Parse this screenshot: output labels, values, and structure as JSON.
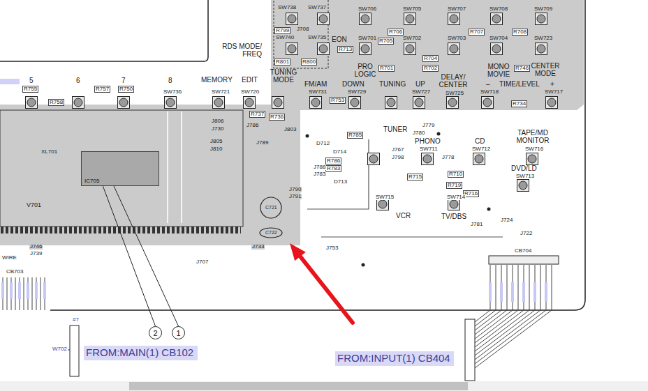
{
  "diagram": {
    "nodes": [
      {
        "text": [
          "IC705"
        ]
      },
      {
        "text": [
          "2"
        ]
      },
      {
        "text": [
          "1"
        ]
      },
      {
        "text": [
          "FROM:MAIN(1) CB102"
        ]
      },
      {
        "text": [
          "FROM:INPUT(1) CB404"
        ]
      }
    ],
    "edges": [
      {
        "from": 1,
        "to": 0,
        "arrow": "none"
      },
      {
        "from": 2,
        "to": 0,
        "arrow": "none"
      }
    ],
    "labels": [
      "RDS MODE/ FREQ",
      "EON",
      "PRO LOGIC",
      "MONO MOVIE",
      "CENTER MODE",
      "5",
      "6",
      "7",
      "8",
      "MEMORY",
      "EDIT",
      "TUNING MODE",
      "FM/AM",
      "DOWN",
      "TUNING",
      "UP",
      "DELAY/ CENTER",
      "–",
      "TIME/LEVEL",
      "+",
      "TUNER",
      "PHONO",
      "CD",
      "TAPE/MD MONITOR",
      "DVD/LD",
      "VCR",
      "TV/DBS",
      "SW738",
      "SW737",
      "SW706",
      "SW705",
      "SW707",
      "SW708",
      "SW709",
      "R799",
      "J708",
      "R706",
      "R707",
      "R708",
      "SW740",
      "SW735",
      "R713",
      "SW701",
      "R705",
      "SW702",
      "SW703",
      "SW704",
      "SW723",
      "R801",
      "R800",
      "R701",
      "R704",
      "R702",
      "R746",
      "R755",
      "R757",
      "R750",
      "SW736",
      "SW721",
      "SW720",
      "SW731",
      "R753",
      "SW729",
      "SW727",
      "SW725",
      "SW718",
      "SW717",
      "R758",
      "R737",
      "R736",
      "R734",
      "J786",
      "J806",
      "J730",
      "J805",
      "J810",
      "J789",
      "J803",
      "XL701",
      "R785",
      "J780",
      "J779",
      "D712",
      "D714",
      "R786",
      "R783",
      "J767",
      "SW711",
      "SW712",
      "SW716",
      "J798",
      "J778",
      "J788",
      "J783",
      "D713",
      "R715",
      "R710",
      "R719",
      "R716",
      "SW713",
      "SW715",
      "SW714",
      "J790",
      "J791",
      "C721",
      "C722",
      "J781",
      "J724",
      "J722",
      "CB704",
      "J753",
      "J733",
      "J746",
      "J739",
      "WIRE",
      "CB703",
      "J707",
      "#7",
      "W702",
      "V701"
    ]
  }
}
